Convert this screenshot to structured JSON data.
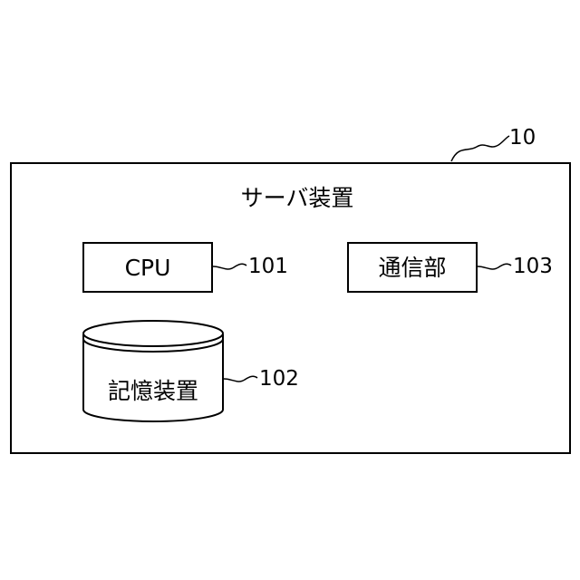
{
  "server": {
    "ref": "10",
    "title": "サーバ装置"
  },
  "cpu": {
    "label": "CPU",
    "ref": "101"
  },
  "storage": {
    "label": "記憶装置",
    "ref": "102"
  },
  "comm": {
    "label": "通信部",
    "ref": "103"
  },
  "colors": {
    "stroke": "#000000",
    "background": "#ffffff"
  }
}
